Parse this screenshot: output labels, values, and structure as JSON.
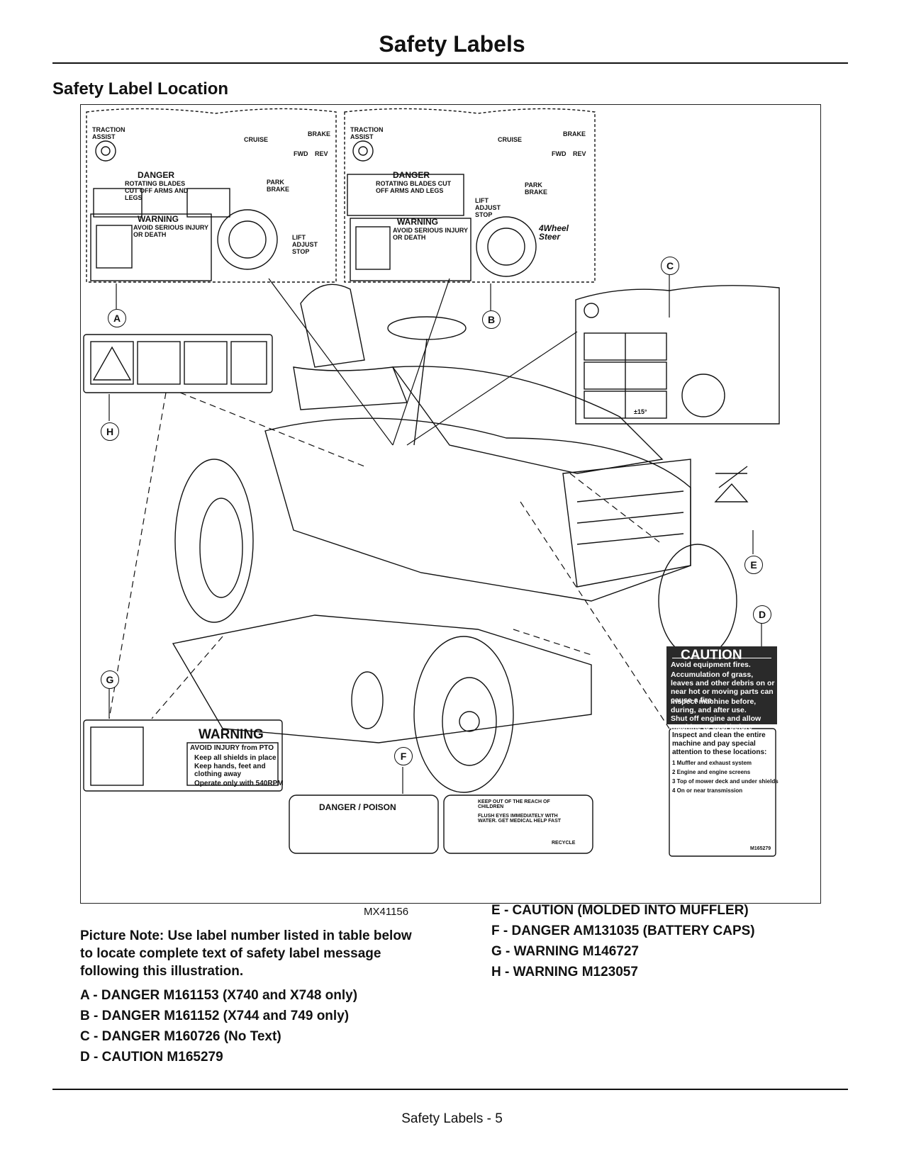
{
  "page_title": "Safety Labels",
  "section_heading": "Safety Label Location",
  "figure": {
    "id": "MX41156",
    "callouts": [
      "A",
      "B",
      "C",
      "D",
      "E",
      "F",
      "G",
      "H"
    ],
    "label_a": {
      "traction_assist": "TRACTION ASSIST",
      "cruise": "CRUISE",
      "brake": "BRAKE",
      "fwd": "FWD",
      "rev": "REV",
      "danger": "DANGER",
      "danger_sub": "ROTATING BLADES CUT OFF ARMS AND LEGS",
      "warning": "WARNING",
      "warning_sub": "AVOID SERIOUS INJURY OR DEATH",
      "lift_adjust_stop": "LIFT ADJUST STOP",
      "park_brake": "PARK BRAKE"
    },
    "label_b": {
      "traction_assist": "TRACTION ASSIST",
      "cruise": "CRUISE",
      "brake": "BRAKE",
      "fwd": "FWD",
      "rev": "REV",
      "danger": "DANGER",
      "danger_sub": "ROTATING BLADES CUT OFF ARMS AND LEGS",
      "warning": "WARNING",
      "warning_sub": "AVOID SERIOUS INJURY OR DEATH",
      "lift_adjust_stop": "LIFT ADJUST STOP",
      "four_wheel_steer": "4Wheel Steer",
      "park_brake": "PARK BRAKE"
    },
    "label_d": {
      "caution": "CAUTION",
      "lines": [
        "Avoid equipment fires.",
        "Accumulation of grass, leaves and other debris on or near hot or moving parts can cause a fire.",
        "Inspect machine before, during, and after use.",
        "Shut off engine and allow machine to cool before cleaning."
      ],
      "inspect_title": "Inspect and clean the entire machine and pay special attention to these locations:",
      "locations": [
        "1 Muffler and exhaust system",
        "2 Engine and engine screens",
        "3 Top of mower deck and under shields",
        "4 On or near transmission"
      ],
      "part_no": "M165279"
    },
    "label_g": {
      "warning": "WARNING",
      "avoid": "AVOID INJURY from PTO",
      "lines": [
        "Keep all shields in place",
        "Keep hands, feet and clothing away",
        "Operate only with 540RPM"
      ]
    },
    "label_f": {
      "danger_poison": "DANGER / POISON",
      "keep_out": "KEEP OUT OF THE REACH OF CHILDREN",
      "flush_eyes": "FLUSH EYES IMMEDIATELY WITH WATER. GET MEDICAL HELP FAST",
      "recycle": "RECYCLE"
    },
    "label_c": {
      "degrees": "±15°"
    }
  },
  "picture_note": "Picture Note: Use label number listed in table below to locate complete text of safety label message following this illustration.",
  "legend_left": [
    "A - DANGER M161153 (X740 and X748 only)",
    "B - DANGER M161152 (X744 and 749 only)",
    "C - DANGER M160726 (No Text)",
    "D - CAUTION M165279"
  ],
  "legend_right": [
    "E - CAUTION (MOLDED INTO MUFFLER)",
    "F - DANGER AM131035 (BATTERY CAPS)",
    "G - WARNING M146727",
    "H - WARNING M123057"
  ],
  "footer": "Safety Labels - 5"
}
